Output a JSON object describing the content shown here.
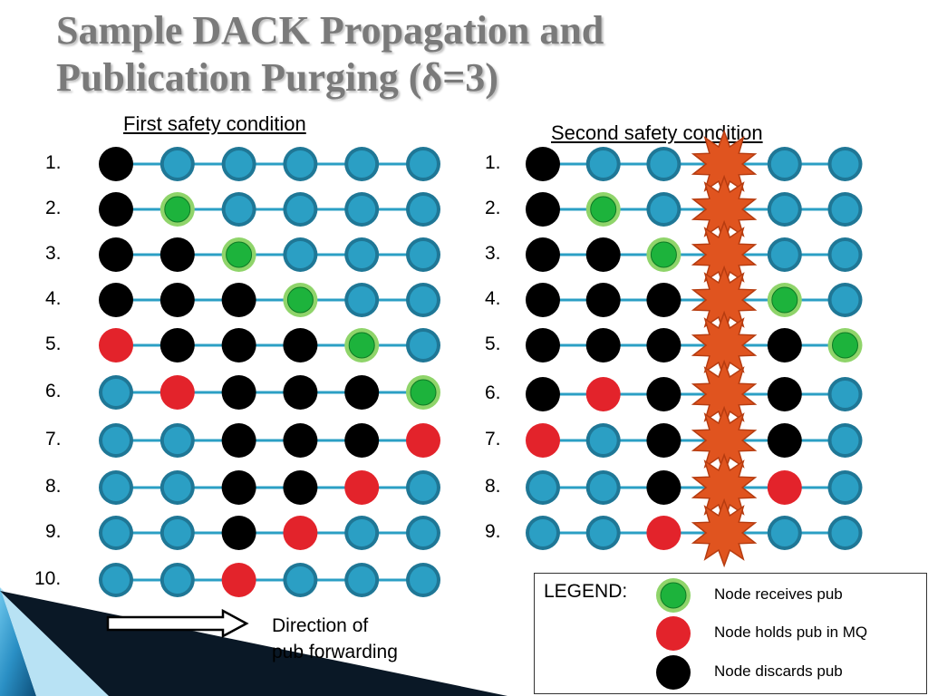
{
  "title_line1": "Sample DACK Propagation and",
  "title_line2": "Publication Purging (δ=3)",
  "first_condition": {
    "heading": "First safety condition",
    "rows": [
      {
        "label": "1.",
        "nodes": [
          "black",
          "blue",
          "blue",
          "blue",
          "blue",
          "blue"
        ]
      },
      {
        "label": "2.",
        "nodes": [
          "black",
          "green",
          "blue",
          "blue",
          "blue",
          "blue"
        ]
      },
      {
        "label": "3.",
        "nodes": [
          "black",
          "black",
          "green",
          "blue",
          "blue",
          "blue"
        ]
      },
      {
        "label": "4.",
        "nodes": [
          "black",
          "black",
          "black",
          "green",
          "blue",
          "blue"
        ]
      },
      {
        "label": "5.",
        "nodes": [
          "red",
          "black",
          "black",
          "black",
          "green",
          "blue"
        ]
      },
      {
        "label": "6.",
        "nodes": [
          "blue",
          "red",
          "black",
          "black",
          "black",
          "green"
        ]
      },
      {
        "label": "7.",
        "nodes": [
          "blue",
          "blue",
          "black",
          "black",
          "black",
          "red"
        ]
      },
      {
        "label": "8.",
        "nodes": [
          "blue",
          "blue",
          "black",
          "black",
          "red",
          "blue"
        ]
      },
      {
        "label": "9.",
        "nodes": [
          "blue",
          "blue",
          "black",
          "red",
          "blue",
          "blue"
        ]
      },
      {
        "label": "10.",
        "nodes": [
          "blue",
          "blue",
          "red",
          "blue",
          "blue",
          "blue"
        ]
      }
    ]
  },
  "second_condition": {
    "heading": "Second safety condition",
    "failed_node_index": 3,
    "rows": [
      {
        "label": "1.",
        "nodes": [
          "black",
          "blue",
          "blue",
          "failed",
          "blue",
          "blue"
        ]
      },
      {
        "label": "2.",
        "nodes": [
          "black",
          "green",
          "blue",
          "failed",
          "blue",
          "blue"
        ]
      },
      {
        "label": "3.",
        "nodes": [
          "black",
          "black",
          "green",
          "failed",
          "blue",
          "blue"
        ]
      },
      {
        "label": "4.",
        "nodes": [
          "black",
          "black",
          "black",
          "failed",
          "green",
          "blue"
        ]
      },
      {
        "label": "5.",
        "nodes": [
          "black",
          "black",
          "black",
          "failed",
          "black",
          "green"
        ]
      },
      {
        "label": "6.",
        "nodes": [
          "black",
          "red",
          "black",
          "failed",
          "black",
          "blue"
        ]
      },
      {
        "label": "7.",
        "nodes": [
          "red",
          "blue",
          "black",
          "failed",
          "black",
          "blue"
        ]
      },
      {
        "label": "8.",
        "nodes": [
          "blue",
          "blue",
          "black",
          "failed",
          "red",
          "blue"
        ]
      },
      {
        "label": "9.",
        "nodes": [
          "blue",
          "blue",
          "red",
          "failed",
          "blue",
          "blue"
        ]
      }
    ]
  },
  "legend": {
    "title": "LEGEND:",
    "items": [
      {
        "state": "green",
        "text": "Node receives pub"
      },
      {
        "state": "red",
        "text": "Node holds pub in MQ"
      },
      {
        "state": "black",
        "text": "Node discards pub"
      }
    ]
  },
  "direction_line1": "Direction of",
  "direction_line2": "pub forwarding",
  "colors": {
    "blue": "#2b9fc4",
    "blue_dark": "#1f7796",
    "green": "#1db33c",
    "green_ring": "#8fd46a",
    "red": "#e3232b",
    "black": "#000000",
    "link": "#2b9fc4",
    "star": "#e0541f",
    "star_edge": "#b63c10",
    "banner_dark": "#0a1826",
    "banner_blue": "#2a8fc4"
  }
}
